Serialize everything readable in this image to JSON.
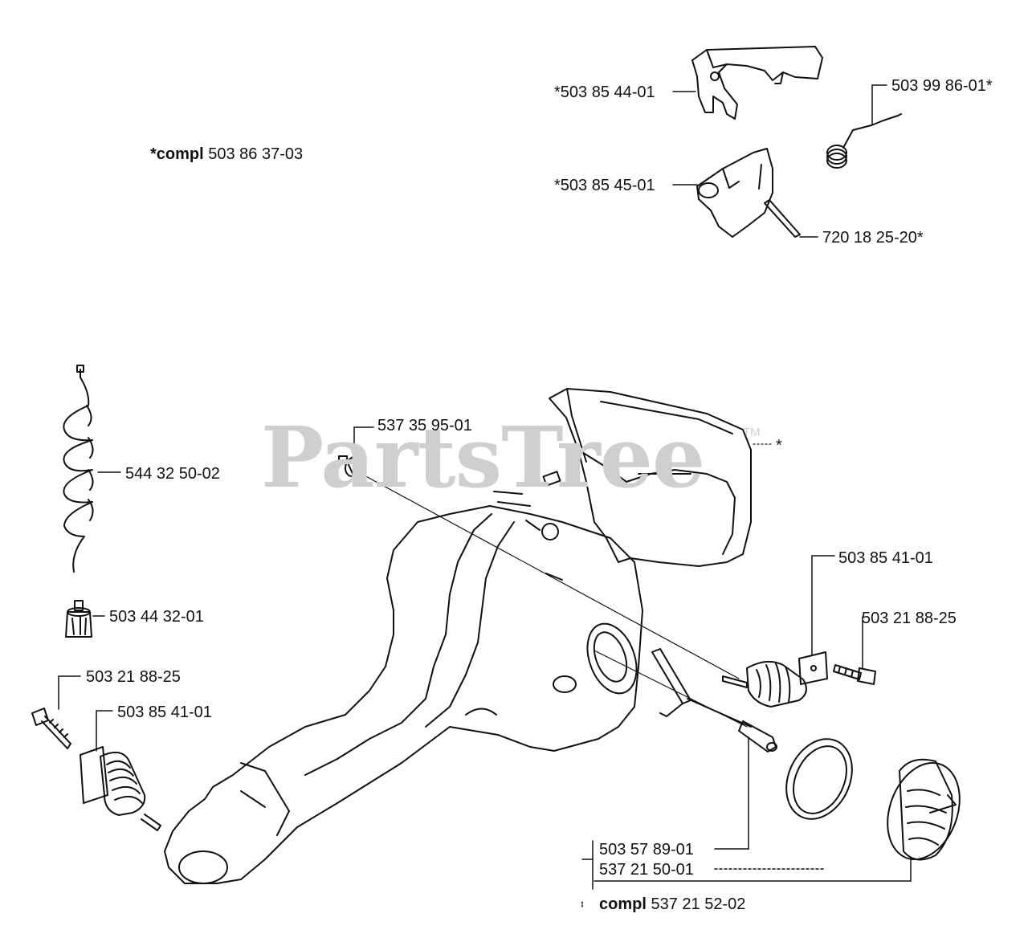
{
  "watermark": {
    "text": "PartsTree",
    "tm": "TM"
  },
  "labels": {
    "compl_top_prefix": "*compl",
    "compl_top_number": "503 86 37-03",
    "p_503_85_44_01": "*503 85 44-01",
    "p_503_99_86_01": "503 99 86-01*",
    "p_503_85_45_01": "*503 85 45-01",
    "p_720_18_25_20": "720 18 25-20*",
    "p_537_35_95_01": "537 35 95-01",
    "p_star": "*",
    "p_544_32_50_02": "544 32 50-02",
    "p_503_44_32_01": "503 44 32-01",
    "p_503_85_41_01_right": "503 85 41-01",
    "p_503_21_88_25_right": "503 21 88-25",
    "p_503_21_88_25_left": "503 21 88-25",
    "p_503_85_41_01_left": "503 85 41-01",
    "p_503_57_89_01": "503 57 89-01",
    "p_537_21_50_01": "537 21 50-01",
    "compl_bottom_prefix": "compl",
    "compl_bottom_number": "537 21 52-02"
  }
}
